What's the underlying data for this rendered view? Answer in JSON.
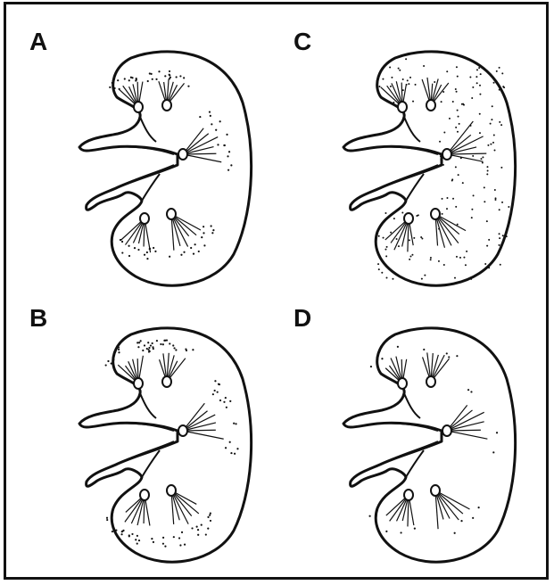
{
  "figure": {
    "panels": [
      {
        "label": "A",
        "pattern": "papillary"
      },
      {
        "label": "B",
        "pattern": "medullary-rim"
      },
      {
        "label": "C",
        "pattern": "diffuse"
      },
      {
        "label": "D",
        "pattern": "sparse"
      }
    ],
    "colors": {
      "ink": "#111111",
      "background": "#ffffff"
    }
  }
}
